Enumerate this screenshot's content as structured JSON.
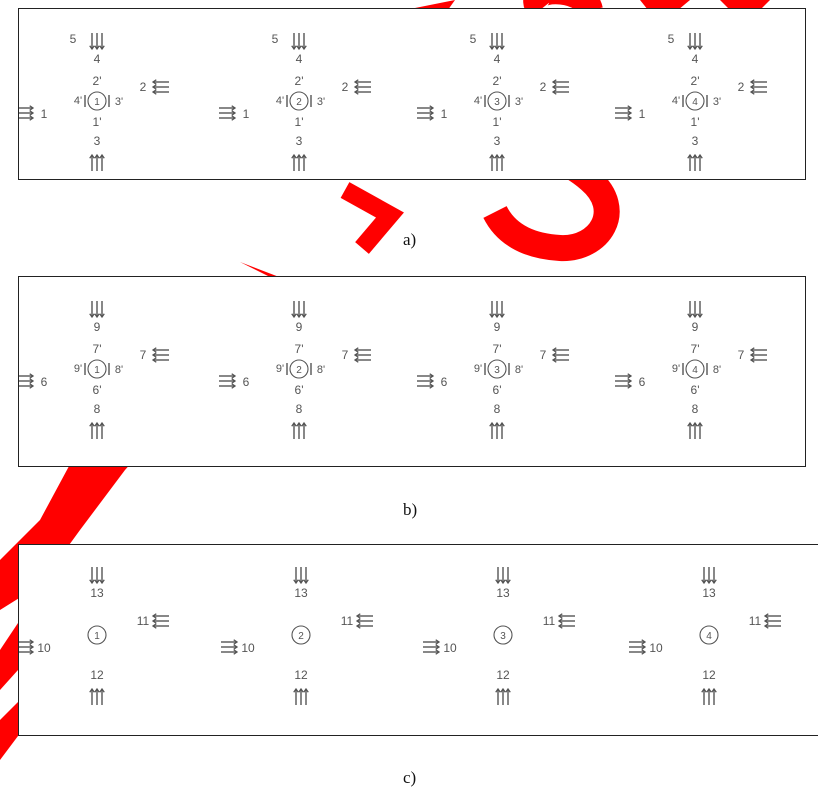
{
  "watermark_text": "...",
  "captions": [
    "a)",
    "b)",
    "c)"
  ],
  "panel_a": {
    "top_label": "4",
    "top_side_label": "5",
    "right_label": "2",
    "left_label": "1",
    "bottom_label": "3",
    "inner_top": "2'",
    "inner_bottom": "1'",
    "inner_left": "4'",
    "inner_right": "3'",
    "circles": [
      "1",
      "2",
      "3",
      "4"
    ]
  },
  "panel_b": {
    "top_label": "9",
    "right_label": "7",
    "left_label": "6",
    "bottom_label": "8",
    "inner_top": "7'",
    "inner_bottom": "6'",
    "inner_left": "9'",
    "inner_right": "8'",
    "circles": [
      "1",
      "2",
      "3",
      "4"
    ]
  },
  "panel_c": {
    "top_label": "13",
    "right_label": "11",
    "left_label": "10",
    "bottom_label": "12",
    "circles": [
      "1",
      "2",
      "3",
      "4"
    ]
  },
  "colors": {
    "watermark": "#ff0000",
    "glyph": "#555555",
    "border": "#222222"
  }
}
